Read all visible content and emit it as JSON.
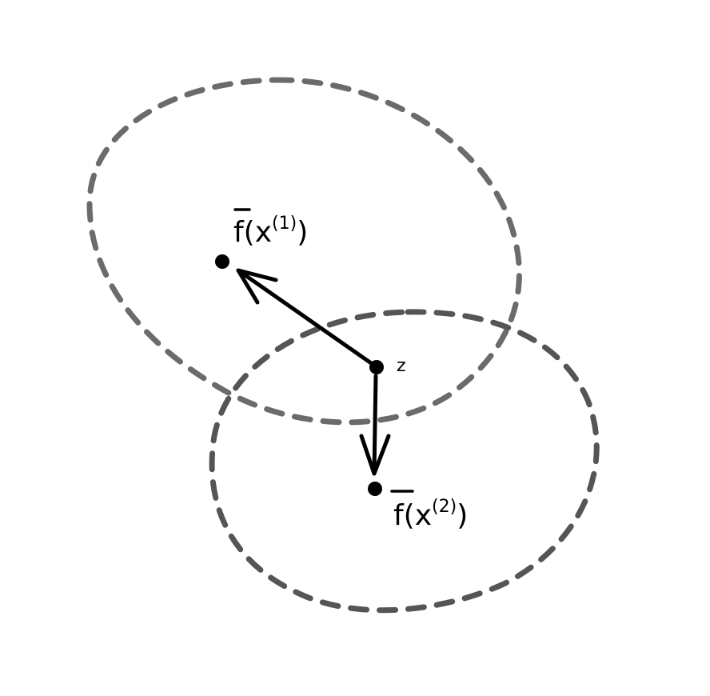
{
  "colors": {
    "background": "#ffffff",
    "ink": "#000000",
    "region_one_stroke": "#6b6b6b",
    "region_two_stroke": "#555555"
  },
  "labels": {
    "z": "z",
    "fx1": {
      "base": "f(x",
      "superscript": "(1)",
      "close": ")"
    },
    "fx2": {
      "base": "f(x",
      "superscript": "(2)",
      "close": ")"
    }
  }
}
